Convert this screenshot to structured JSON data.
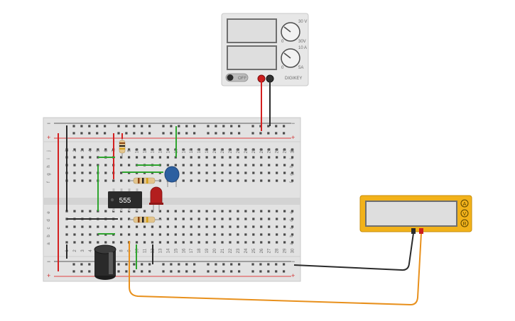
{
  "power_supply": {
    "knob1_top_label": "30 V",
    "knob1_scale_max": "30V",
    "knob1_scale_min": "0",
    "knob2_top_label": "10 A",
    "knob2_scale_max": "5A",
    "knob2_scale_min": "0",
    "power_button_label": "OFF",
    "brand_mark": "DIGIKEY"
  },
  "breadboard": {
    "columns": [
      "1",
      "2",
      "3",
      "4",
      "5",
      "6",
      "7",
      "8",
      "9",
      "10",
      "11",
      "12",
      "13",
      "14",
      "15",
      "16",
      "17",
      "18",
      "19",
      "20",
      "21",
      "22",
      "23",
      "24",
      "25",
      "26",
      "27",
      "28",
      "29",
      "30"
    ],
    "rows_top": [
      "j",
      "i",
      "h",
      "g",
      "f"
    ],
    "rows_bottom": [
      "e",
      "d",
      "c",
      "b",
      "a"
    ],
    "rail_plus": "+",
    "rail_minus": "−"
  },
  "ic_label": "555",
  "multimeter": {
    "mode_buttons": [
      "A",
      "V",
      "R"
    ]
  },
  "colors": {
    "red_wire": "#d42020",
    "black_wire": "#2b2b2b",
    "green_wire": "#2fa52f",
    "orange_wire": "#e8901c",
    "multimeter_body": "#f2b21a",
    "capacitor_blue": "#2c5fa0",
    "led_red": "#b31e1e"
  }
}
